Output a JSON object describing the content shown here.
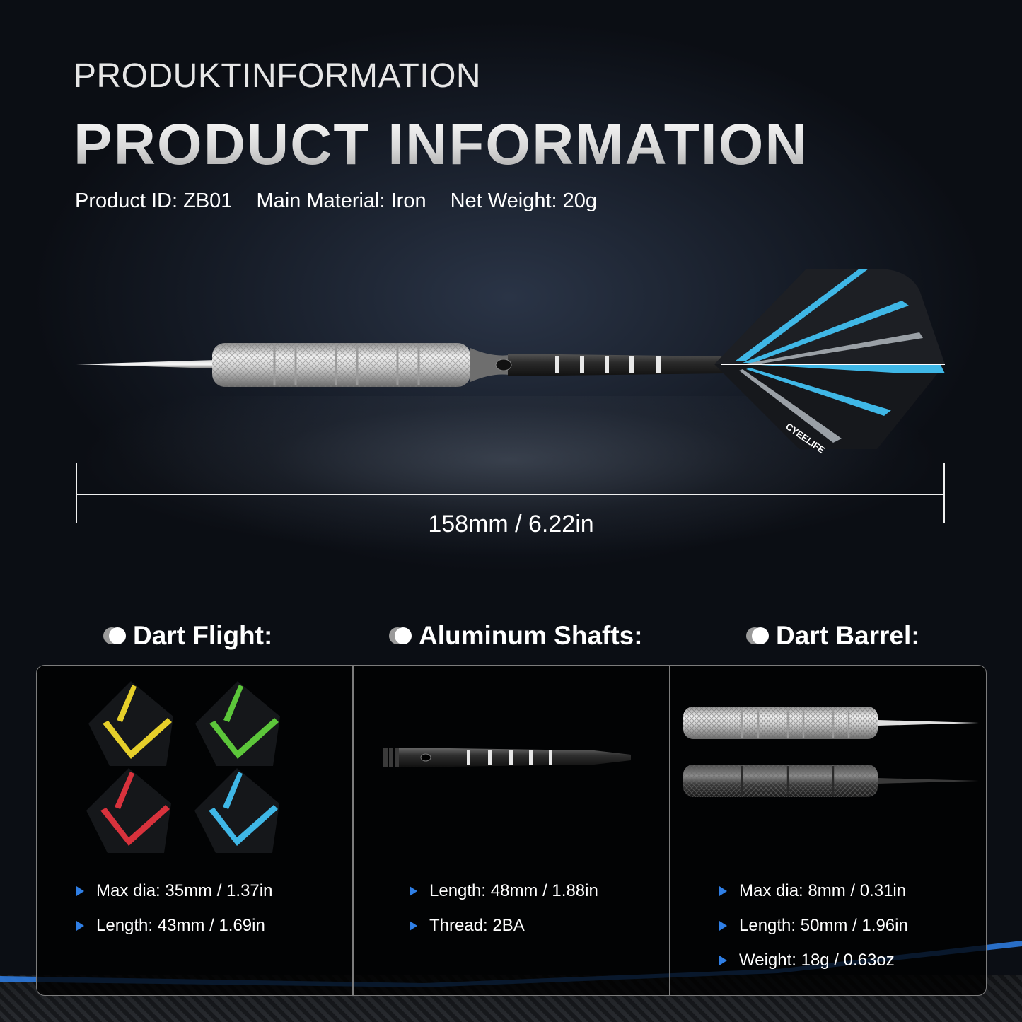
{
  "header": {
    "subtitle": "PRODUKTINFORMATION",
    "title": "PRODUCT INFORMATION"
  },
  "specs": [
    "Product ID: ZB01",
    "Main Material: Iron",
    "Net Weight: 20g"
  ],
  "dimension": {
    "label": "158mm / 6.22in"
  },
  "brand": {
    "logo_text": "CYEELIFE"
  },
  "colors": {
    "accent_blue": "#2f7fe6",
    "flight_cyan": "#3fb7e6",
    "flight_yellow": "#e6cf2a",
    "flight_green": "#5cc63a",
    "flight_red": "#d8323c"
  },
  "sections": [
    {
      "title": "Dart Flight:",
      "bullets": [
        "Max dia: 35mm / 1.37in",
        "Length: 43mm / 1.69in"
      ]
    },
    {
      "title": "Aluminum Shafts:",
      "bullets": [
        "Length: 48mm / 1.88in",
        "Thread: 2BA"
      ]
    },
    {
      "title": "Dart Barrel:",
      "bullets": [
        "Max dia: 8mm / 0.31in",
        "Length: 50mm / 1.96in",
        "Weight: 18g / 0.63oz"
      ]
    }
  ]
}
